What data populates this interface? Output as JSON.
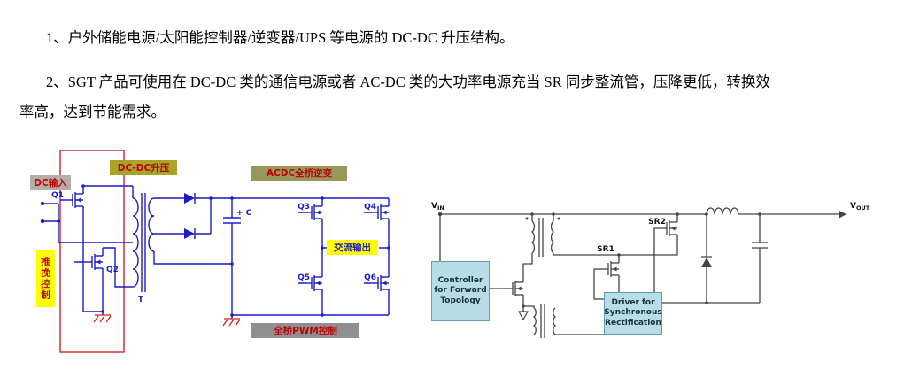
{
  "text": {
    "item1": "1、户外储能电源/太阳能控制器/逆变器/UPS 等电源的 DC-DC 升压结构。",
    "item2_line1": "2、SGT 产品可使用在 DC-DC 类的通信电源或者 AC-DC 类的大功率电源充当 SR 同步整流管，压降更低，转换效",
    "item2_line2": "率高，达到节能需求。"
  },
  "left_diagram": {
    "labels": {
      "dc_input": "DC输入",
      "dcdc_boost": "DC-DC升压",
      "acdc_inverter": "ACDC全桥逆变",
      "push_pull_control": "推挽控制",
      "ac_output": "交流输出",
      "pwm_control": "全桥PWM控制"
    },
    "components": {
      "q1": "Q1",
      "q2": "Q2",
      "q3": "Q3",
      "q4": "Q4",
      "q5": "Q5",
      "q6": "Q6",
      "transformer": "T",
      "capacitor": "+ C"
    }
  },
  "right_diagram": {
    "labels": {
      "vin_main": "V",
      "vin_sub": "IN",
      "vout_main": "V",
      "vout_sub": "OUT",
      "sr1": "SR1",
      "sr2": "SR2"
    },
    "boxes": {
      "controller": "Controller for Forward Topology",
      "driver": "Driver for Synchronous Rectification"
    }
  },
  "colors": {
    "circuit_blue": "#1a1ac8",
    "highlight_red": "#cc2222",
    "label_text_red": "#c00000",
    "label_yellow": "#ffff00",
    "label_olive": "#a8a428",
    "label_khaki": "#98985c",
    "label_gray": "#b6aea6",
    "label_dark_gray": "#8f8f8f",
    "right_line": "#444444",
    "box_fill": "#b8dde9",
    "box_border": "#5e9fb8"
  }
}
